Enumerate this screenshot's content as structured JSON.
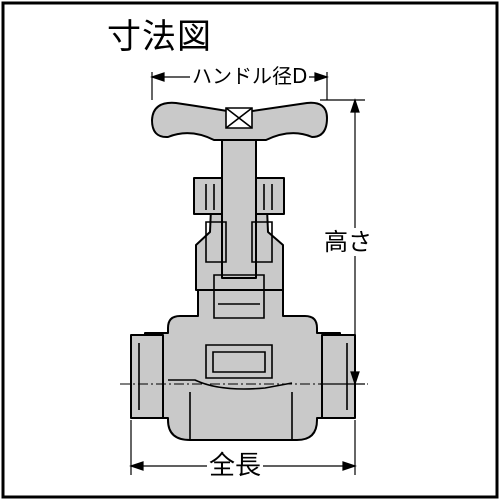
{
  "title": "寸法図",
  "dimensions": {
    "handle_diameter": "ハンドル径D",
    "height": "高さ",
    "total_length": "全長"
  }
}
